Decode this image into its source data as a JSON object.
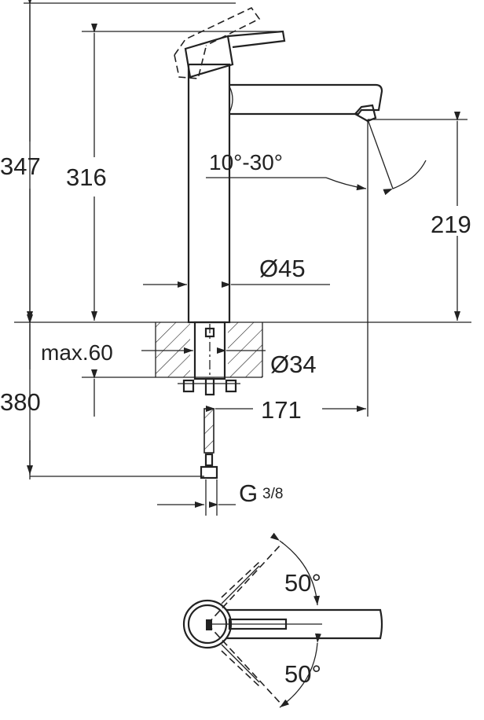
{
  "dimensions": {
    "total_height": "347",
    "body_height": "316",
    "spout_height": "219",
    "lever_angle": "10°-30°",
    "body_diameter": "Ø45",
    "max_thickness": "max.60",
    "hole_diameter": "Ø34",
    "spout_reach": "171",
    "below_deck": "380",
    "connection_prefix": "G",
    "connection_fraction": "3/8",
    "swivel_angle_top": "50°",
    "swivel_angle_bottom": "50°"
  },
  "colors": {
    "line": "#222222",
    "background": "#ffffff"
  }
}
